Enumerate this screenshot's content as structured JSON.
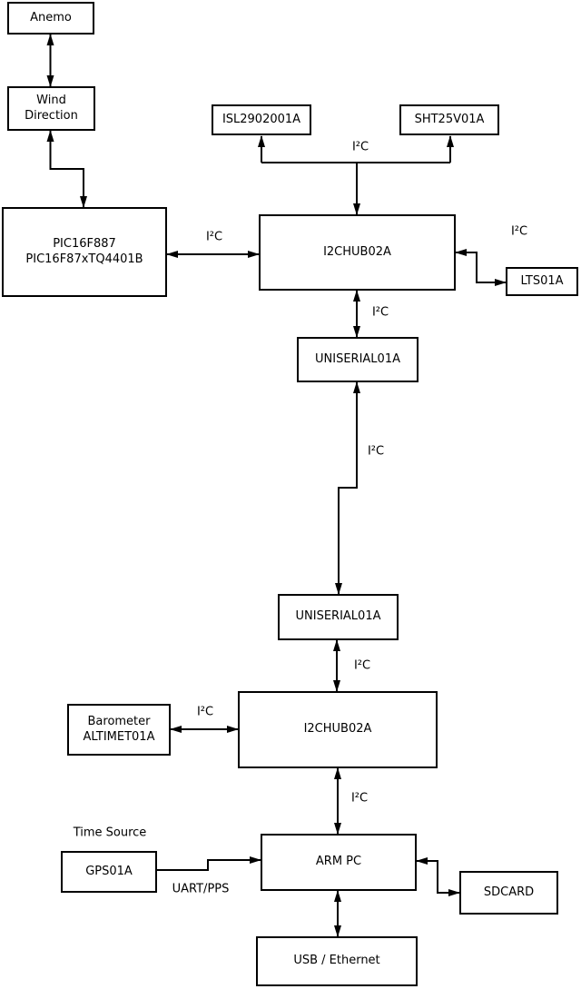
{
  "diagram": {
    "colors": {
      "background": "#ffffff",
      "line": "#000000",
      "box_fill": "#ffffff",
      "text": "#000000"
    },
    "nodes": {
      "anemo": "Anemo",
      "wind_direction": "Wind\nDirection",
      "pic": "PIC16F887\nPIC16F87xTQ4401B",
      "isl": "ISL2902001A",
      "sht": "SHT25V01A",
      "i2chub_top": "I2CHUB02A",
      "lts": "LTS01A",
      "uniserial_top": "UNISERIAL01A",
      "uniserial_bottom": "UNISERIAL01A",
      "i2chub_bottom": "I2CHUB02A",
      "barometer": "Barometer\nALTIMET01A",
      "arm_pc": "ARM PC",
      "gps": "GPS01A",
      "sdcard": "SDCARD",
      "usb_ethernet": "USB / Ethernet"
    },
    "labels": {
      "bus_isl_sht": "I²C",
      "bus_pic_hub": "I²C",
      "bus_hub_lts": "I²C",
      "bus_hub_uniserial": "I²C",
      "bus_uniserial_uniserial": "I²C",
      "bus_uniserial_hub2": "I²C",
      "bus_barometer_hub2": "I²C",
      "bus_hub2_armpc": "I²C",
      "gps_link": "UART/PPS",
      "gps_caption": "Time Source"
    }
  }
}
